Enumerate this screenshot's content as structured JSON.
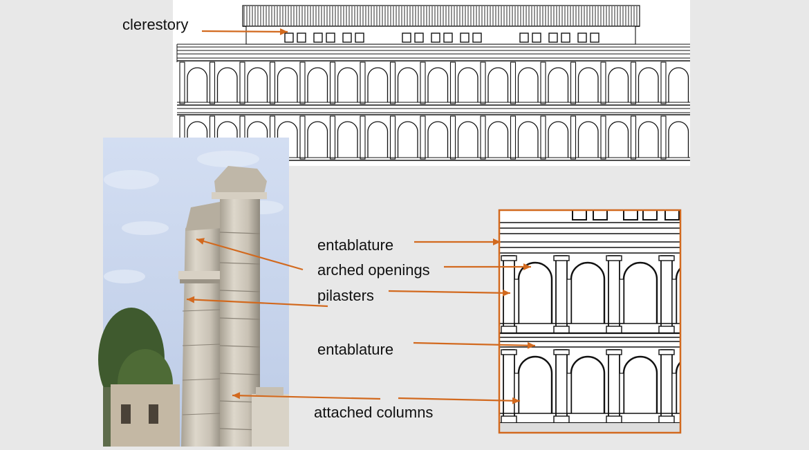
{
  "labels": {
    "clerestory": "clerestory",
    "entablature_top": "entablature",
    "arched_openings": "arched openings",
    "pilasters": "pilasters",
    "entablature_bottom": "entablature",
    "attached_columns": "attached columns"
  },
  "colors": {
    "background": "#e8e8e8",
    "arrow": "#d2691e",
    "line_art": "#111111",
    "detail_frame": "#d2691e",
    "sky": "#c9d6ec",
    "stone": "#cfc9bd"
  },
  "illustrations": [
    "elevation-drawing",
    "column-photo",
    "detail-drawing"
  ]
}
